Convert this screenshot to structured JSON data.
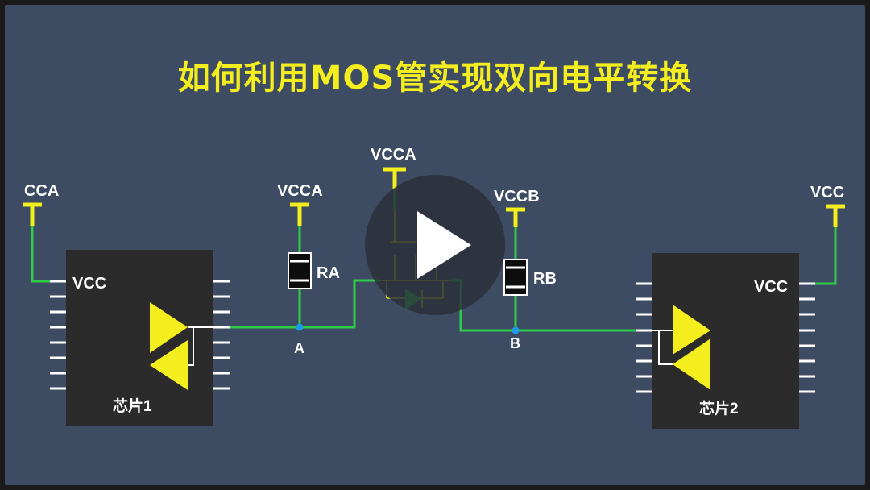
{
  "title": "如何利用MOS管实现双向电平转换",
  "colors": {
    "background": "#3d4b63",
    "title": "#f4ee1e",
    "wire": "#2ecc47",
    "supply": "#f4ee1e",
    "chip": "#2b2b2b",
    "triangle": "#f4ee1e",
    "node": "#1e9be8"
  },
  "supplies": {
    "left_chip": "CCA",
    "ra": "VCCA",
    "mos_gate": "VCCA",
    "rb": "VCCB",
    "right_chip": "VCC"
  },
  "chip1": {
    "name": "芯片1",
    "pin_label": "VCC"
  },
  "chip2": {
    "name": "芯片2",
    "pin_label": "VCC"
  },
  "resistors": {
    "ra": "RA",
    "rb": "RB"
  },
  "nodes": {
    "a": "A",
    "b": "B"
  },
  "icons": {
    "overlay": "play-icon",
    "buffer": "triangle-buffer-icon",
    "mosfet": "mosfet-icon"
  }
}
